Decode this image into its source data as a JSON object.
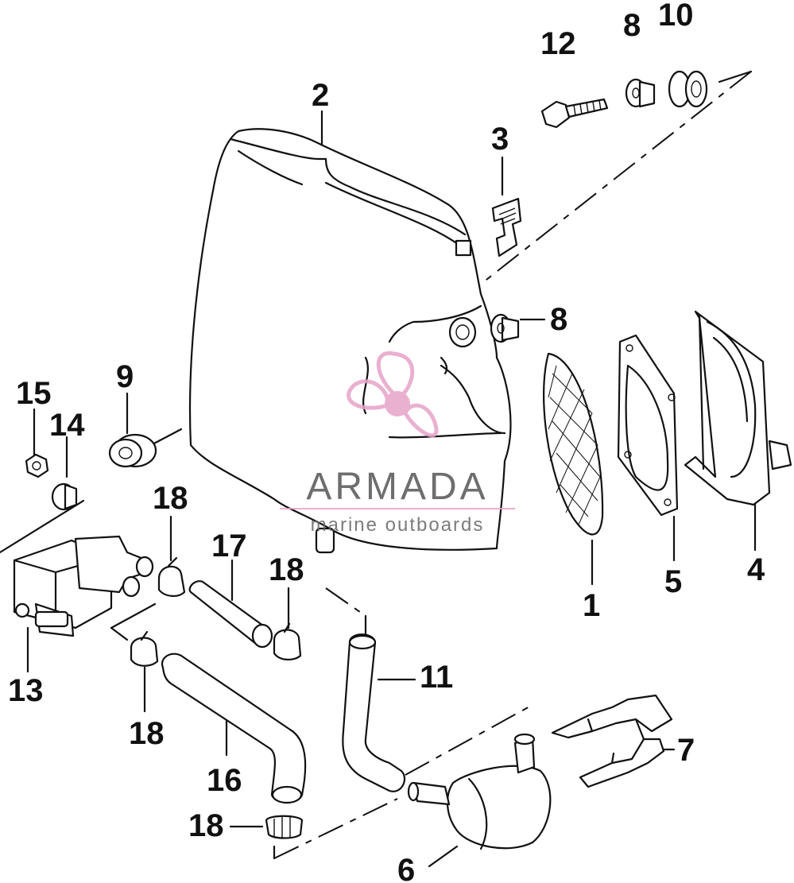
{
  "watermark": {
    "title": "ARMADA",
    "subtitle": "marine outboards",
    "color_brand": "#e7a3c8",
    "icon": "propeller-logo-icon"
  },
  "callouts": {
    "c1": "1",
    "c2": "2",
    "c3": "3",
    "c4": "4",
    "c5": "5",
    "c6": "6",
    "c7": "7",
    "c8a": "8",
    "c8b": "8",
    "c9": "9",
    "c10": "10",
    "c11": "11",
    "c12": "12",
    "c13": "13",
    "c14": "14",
    "c15": "15",
    "c16": "16",
    "c17": "17",
    "c18a": "18",
    "c18b": "18",
    "c18c": "18",
    "c18d": "18"
  }
}
